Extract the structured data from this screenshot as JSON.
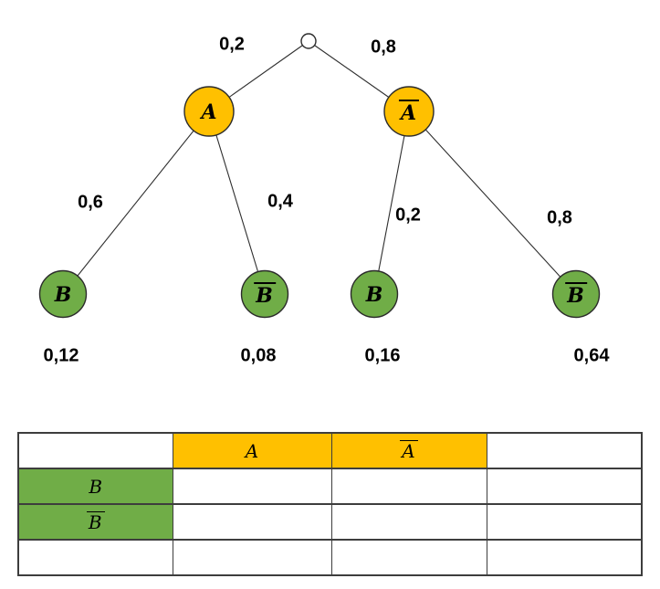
{
  "tree": {
    "branch_labels": {
      "root_to_a": "0,2",
      "root_to_a_bar": "0,8",
      "a_to_b": "0,6",
      "a_to_b_bar": "0,4",
      "a_bar_to_b": "0,2",
      "a_bar_to_b_bar": "0,8"
    },
    "nodes": {
      "a": {
        "letter": "A",
        "overline": false
      },
      "a_bar": {
        "letter": "A",
        "overline": true
      },
      "b_left": {
        "letter": "B",
        "overline": false
      },
      "b_bar_left": {
        "letter": "B",
        "overline": true
      },
      "b_right": {
        "letter": "B",
        "overline": false
      },
      "b_bar_right": {
        "letter": "B",
        "overline": true
      }
    },
    "leaf_probabilities": {
      "a_and_b": "0,12",
      "a_and_b_bar": "0,08",
      "a_bar_and_b": "0,16",
      "a_bar_and_b_bar": "0,64"
    },
    "colors": {
      "event_a_fill": "#FFC000",
      "event_b_fill": "#70AD47",
      "root_fill": "#FFFFFF",
      "edge_stroke": "#2E2E2E"
    }
  },
  "table": {
    "corner": "",
    "column_headers": {
      "a": {
        "letter": "A",
        "overline": false
      },
      "a_bar": {
        "letter": "A",
        "overline": true
      },
      "blank": ""
    },
    "row_headers": {
      "b": {
        "letter": "B",
        "overline": false
      },
      "b_bar": {
        "letter": "B",
        "overline": true
      },
      "blank": ""
    },
    "cells": {
      "row_b": [
        "",
        "",
        ""
      ],
      "row_b_bar": [
        "",
        "",
        ""
      ],
      "row_bottom": [
        "",
        "",
        ""
      ]
    },
    "colors": {
      "column_header_fill": "#FFC000",
      "row_header_fill": "#70AD47",
      "border": "#3D3D3D"
    }
  }
}
